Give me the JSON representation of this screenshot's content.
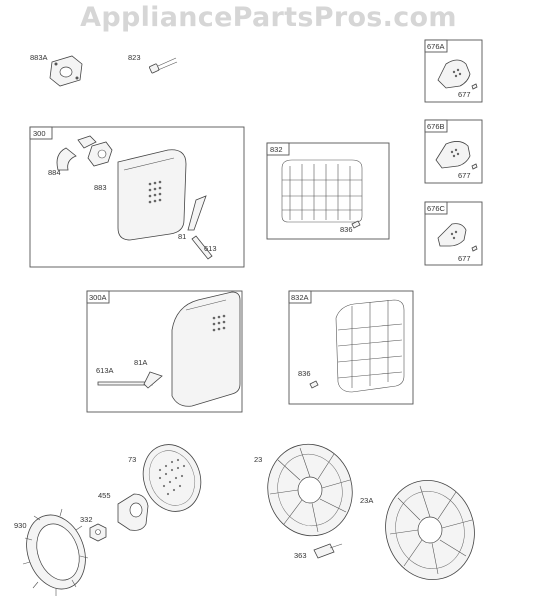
{
  "watermark": "AppliancePartsPros.com",
  "loose_labels": {
    "p883A": "883A",
    "p823": "823",
    "p73": "73",
    "p455": "455",
    "p930": "930",
    "p332": "332",
    "p23": "23",
    "p23A": "23A",
    "p363": "363"
  },
  "boxes": {
    "b300": {
      "tab": "300",
      "labels": [
        "884",
        "883",
        "81",
        "613"
      ]
    },
    "b832": {
      "tab": "832",
      "labels": [
        "836"
      ]
    },
    "b300A": {
      "tab": "300A",
      "labels": [
        "613A",
        "81A"
      ]
    },
    "b832A": {
      "tab": "832A",
      "labels": [
        "836"
      ]
    },
    "b676A": {
      "tab": "676A",
      "labels": [
        "677"
      ]
    },
    "b676B": {
      "tab": "676B",
      "labels": [
        "677"
      ]
    },
    "b676C": {
      "tab": "676C",
      "labels": [
        "677"
      ]
    }
  }
}
